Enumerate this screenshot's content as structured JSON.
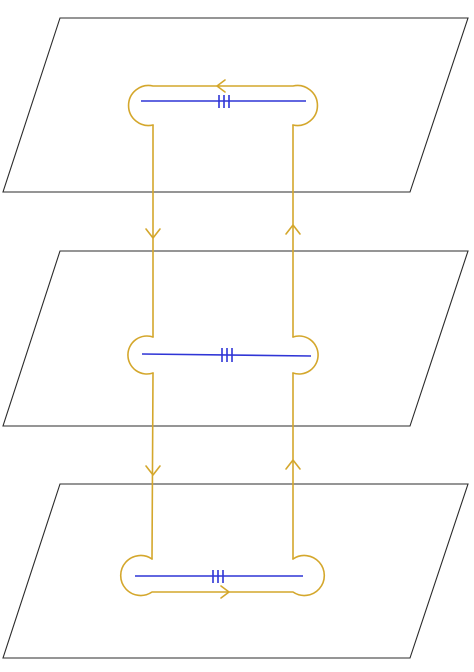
{
  "diagram": {
    "sheets": [
      "top",
      "middle",
      "bottom"
    ],
    "connections": [
      {
        "from": "top",
        "to": "middle",
        "side": "left",
        "arrow": "down"
      },
      {
        "from": "middle",
        "to": "bottom",
        "side": "left",
        "arrow": "down"
      },
      {
        "from": "bottom",
        "to": "middle",
        "side": "right",
        "arrow": "up"
      },
      {
        "from": "middle",
        "to": "top",
        "side": "right",
        "arrow": "up"
      }
    ],
    "cut_tick_count": 3,
    "colors": {
      "plane_outline": "#2b2b2b",
      "contour": "#d4a72c",
      "branch_cut": "#2f35d6",
      "background": "#ffffff"
    }
  }
}
